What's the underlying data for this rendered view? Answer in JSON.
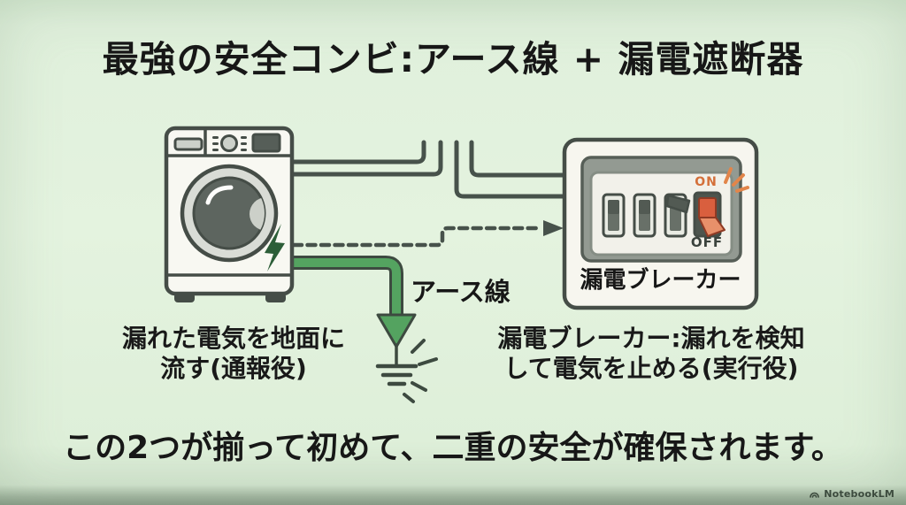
{
  "title": "最強の安全コンビ:アース線 + 漏電遮断器",
  "diagram": {
    "earth_wire_label": "アース線",
    "breaker_label": "漏電ブレーカー",
    "switch_on_label": "ON",
    "switch_off_label": "OFF"
  },
  "captions": {
    "left": {
      "line1": "漏れた電気を地面に",
      "line2": "流す(通報役)"
    },
    "right": {
      "line1": "漏電ブレーカー:漏れを検知",
      "line2": "して電気を止める(実行役)"
    }
  },
  "footer": "この2つが揃って初めて、二重の安全が確保されます。",
  "watermark": "NotebookLM",
  "colors": {
    "background": "#e0f0dc",
    "text": "#171717",
    "outline_dark": "#454d47",
    "earth_green": "#54a360",
    "alert_orange": "#e2854a",
    "breaker_red": "#d95f3e",
    "on_text": "#d4703a"
  }
}
